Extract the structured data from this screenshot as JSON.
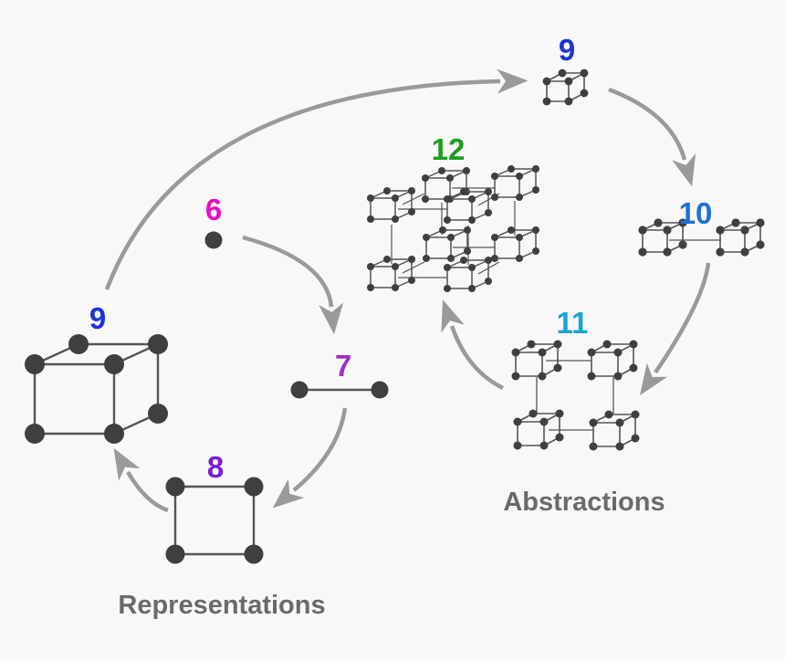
{
  "colors": {
    "background": "#f8f8f8",
    "arrow": "#9A9A9A",
    "shape_line": "#545454",
    "shape_dot": "#3F3F3F",
    "section_label": "#6A6A6A"
  },
  "sections": {
    "representations": "Representations",
    "abstractions": "Abstractions"
  },
  "nodes": [
    {
      "id": "node-6",
      "label": "6",
      "color": "#E90CC9",
      "shape": "single-point"
    },
    {
      "id": "node-7",
      "label": "7",
      "color": "#A62ACC",
      "shape": "line-segment"
    },
    {
      "id": "node-8",
      "label": "8",
      "color": "#7A1ED6",
      "shape": "square"
    },
    {
      "id": "node-9-rep",
      "label": "9",
      "color": "#1C33D6",
      "shape": "large-cube"
    },
    {
      "id": "node-9-abs",
      "label": "9",
      "color": "#1C33D6",
      "shape": "small-cube"
    },
    {
      "id": "node-10",
      "label": "10",
      "color": "#1D71D7",
      "shape": "two-linked-cubes"
    },
    {
      "id": "node-11",
      "label": "11",
      "color": "#17A5D8",
      "shape": "four-linked-cubes"
    },
    {
      "id": "node-12",
      "label": "12",
      "color": "#1E9E1E",
      "shape": "eight-linked-cubes"
    }
  ]
}
